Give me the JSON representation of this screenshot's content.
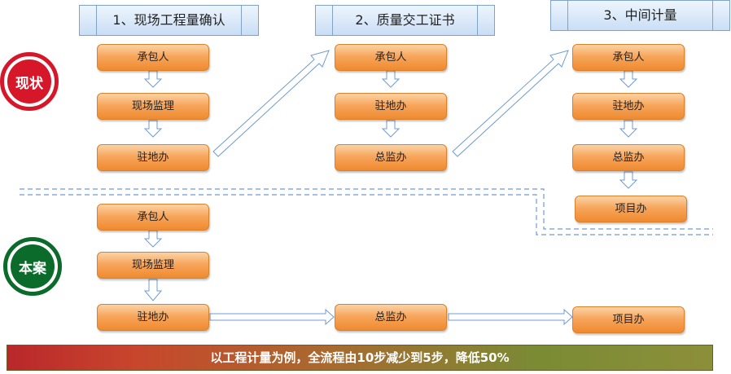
{
  "headers": [
    "1、现场工程量确认",
    "2、质量交工证书",
    "3、中间计量"
  ],
  "badges": {
    "current": "现状",
    "proposal": "本案"
  },
  "current": {
    "col1": [
      "承包人",
      "现场监理",
      "驻地办"
    ],
    "col2": [
      "承包人",
      "驻地办",
      "总监办"
    ],
    "col3": [
      "承包人",
      "驻地办",
      "总监办",
      "项目办"
    ]
  },
  "proposal": {
    "col1": [
      "承包人",
      "现场监理",
      "驻地办"
    ],
    "row": [
      "总监办",
      "项目办"
    ]
  },
  "banner": "以工程计量为例，全流程由10步减少到5步，降低50%",
  "colors": {
    "box": "#f7a65c",
    "red": "#d6172a",
    "green": "#0a6b2a",
    "arrow": "#6f9bd0"
  }
}
